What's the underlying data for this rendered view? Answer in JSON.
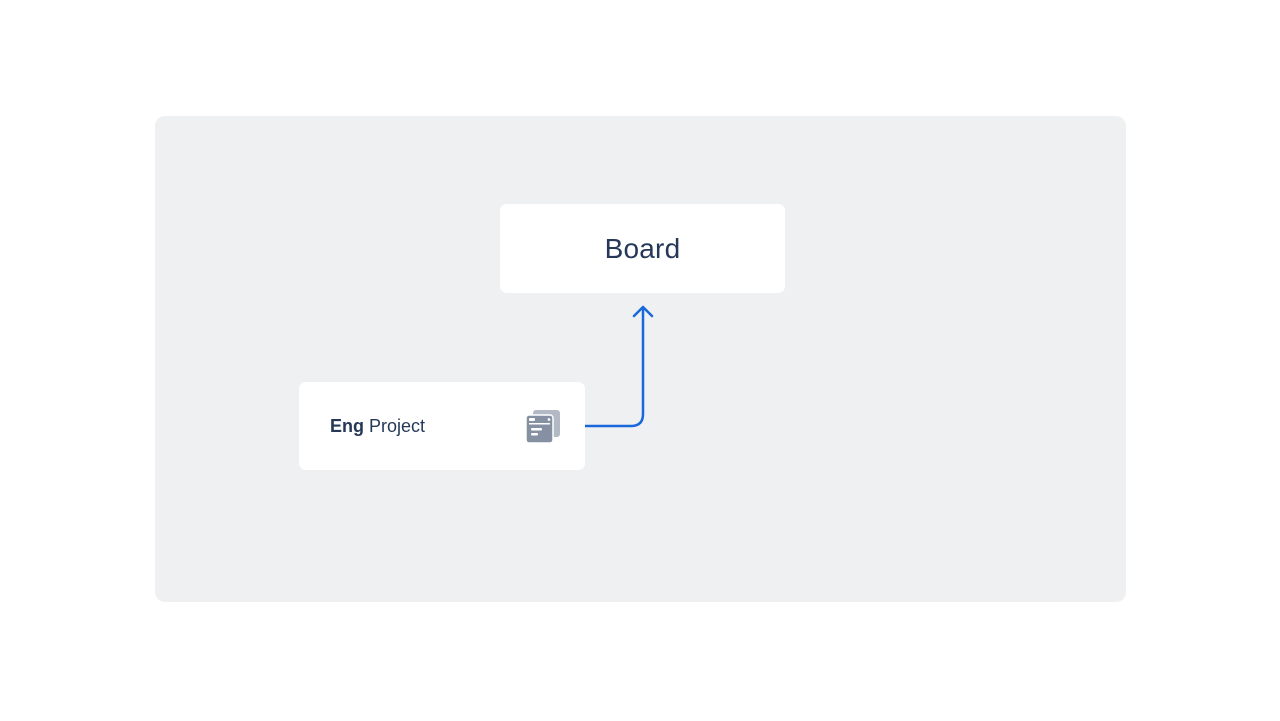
{
  "diagram": {
    "board": {
      "label": "Board"
    },
    "project": {
      "name_strong": "Eng",
      "name_rest": "Project",
      "icon": "project-board-icon"
    },
    "connector": {
      "from": "project",
      "to": "board",
      "color": "#1868db"
    }
  },
  "colors": {
    "canvas_background": "#eff0f2",
    "card_background": "#ffffff",
    "text": "#253858",
    "icon_back": "#b3b9c4",
    "icon_front": "#8590a2"
  }
}
